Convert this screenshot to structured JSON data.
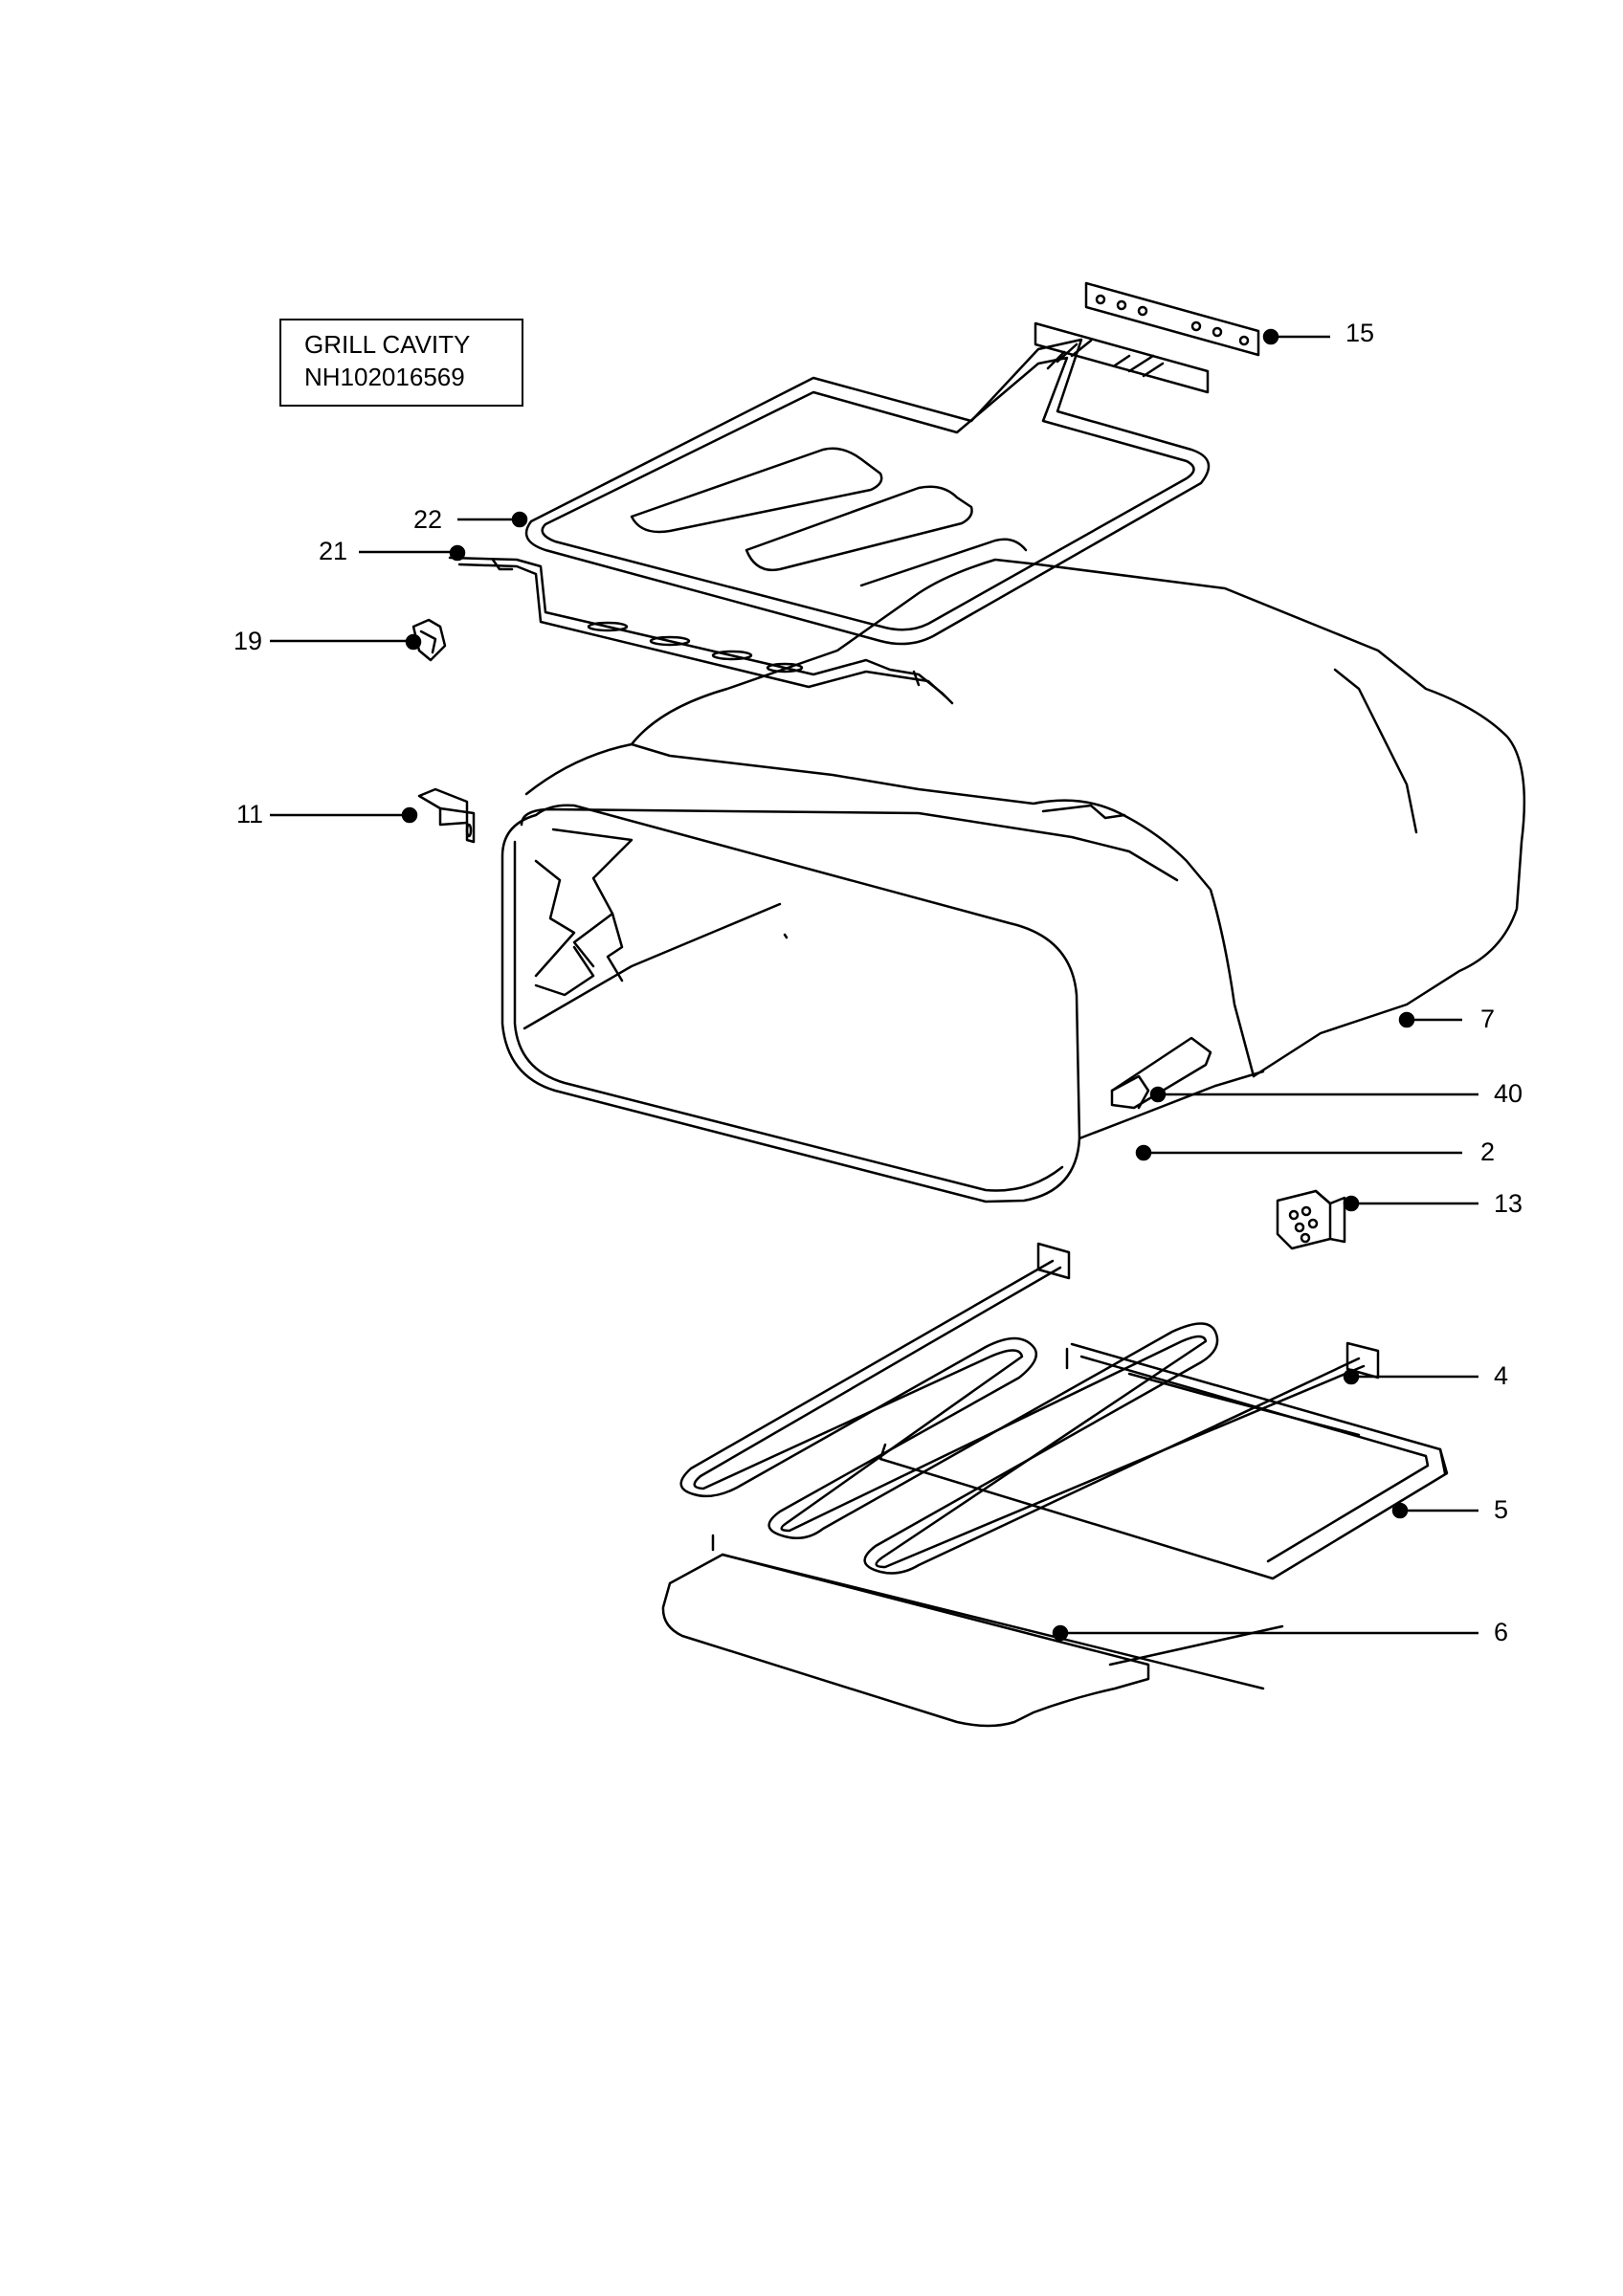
{
  "title": {
    "line1": "GRILL CAVITY",
    "line2": "NH102016569"
  },
  "callouts": [
    {
      "id": "15",
      "label": "15"
    },
    {
      "id": "22",
      "label": "22"
    },
    {
      "id": "21",
      "label": "21"
    },
    {
      "id": "19",
      "label": "19"
    },
    {
      "id": "11",
      "label": "11"
    },
    {
      "id": "7",
      "label": "7"
    },
    {
      "id": "40",
      "label": "40"
    },
    {
      "id": "2",
      "label": "2"
    },
    {
      "id": "13",
      "label": "13"
    },
    {
      "id": "4",
      "label": "4"
    },
    {
      "id": "5",
      "label": "5"
    },
    {
      "id": "6",
      "label": "6"
    }
  ],
  "colors": {
    "ink": "#000000",
    "paper": "#ffffff"
  }
}
